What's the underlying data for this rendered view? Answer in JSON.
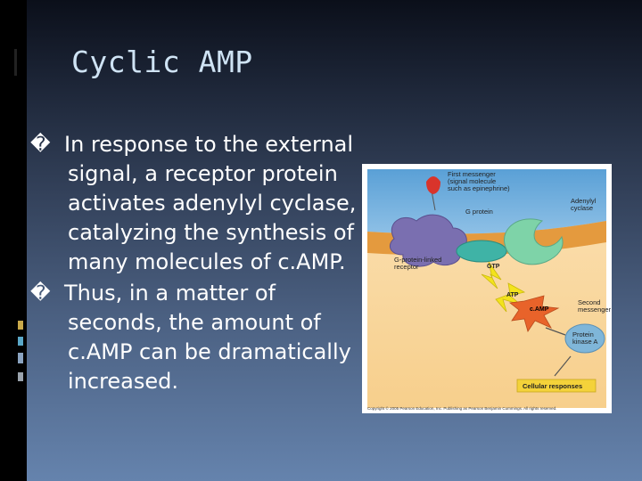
{
  "slide": {
    "title": "Cyclic AMP",
    "bullets": [
      {
        "glyph": "�",
        "lines": [
          "In response to the external",
          "signal, a receptor protein",
          "activates adenylyl cyclase,",
          "catalyzing the synthesis of",
          "many molecules of c.AMP."
        ]
      },
      {
        "glyph": "�",
        "lines": [
          "Thus, in a matter of",
          "seconds, the amount of",
          "c.AMP can be dramatically",
          "increased."
        ]
      }
    ]
  },
  "diagram": {
    "first_messenger": [
      "First messenger",
      "(signal molecule",
      "such as epinephrine)"
    ],
    "g_protein": "G protein",
    "adenylyl_cyclase": [
      "Adenylyl",
      "cyclase"
    ],
    "receptor": [
      "G-protein-linked",
      "receptor"
    ],
    "gtp": "GTP",
    "atp": "ATP",
    "camp": "c.AMP",
    "second_messenger": [
      "Second",
      "messenger"
    ],
    "protein_kinase": [
      "Protein",
      "kinase A"
    ],
    "cellular_responses": "Cellular responses",
    "copyright": "Copyright © 2005 Pearson Education, Inc. Publishing as Pearson Benjamin Cummings. All rights reserved.",
    "colors": {
      "membrane": "#f2b05a",
      "receptor": "#7a6fb0",
      "g_protein": "#3fb3a6",
      "cyclase": "#7ed3a8",
      "signal": "#d9342b",
      "kinase": "#7fb6d9",
      "camp_burst": "#e8632a",
      "atp_burst": "#f3e31c",
      "responses_box": "#f4d23a"
    }
  }
}
